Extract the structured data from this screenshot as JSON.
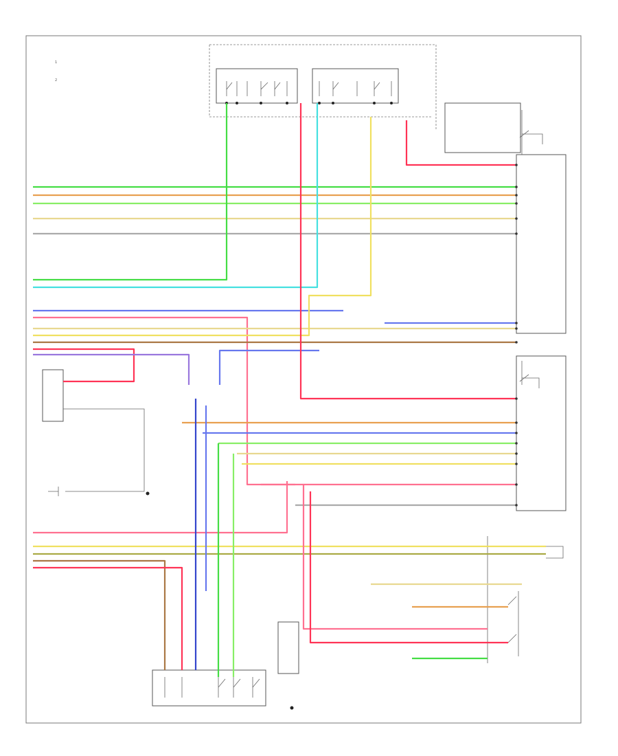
{
  "legend": {
    "items": [
      {
        "number": "1",
        "text": ""
      },
      {
        "number": "2",
        "text": ""
      }
    ]
  },
  "footer_code": "",
  "components": [
    {
      "key": "switch_left",
      "label": ""
    },
    {
      "key": "switch_right",
      "label": ""
    },
    {
      "key": "ground_top",
      "label": ""
    },
    {
      "key": "driver_module",
      "label": ""
    },
    {
      "key": "passenger_module",
      "label": ""
    },
    {
      "key": "remote_control",
      "label": ""
    },
    {
      "key": "latch_bottom",
      "label": ""
    },
    {
      "key": "ground_bottom",
      "label": ""
    },
    {
      "key": "door_switch_right",
      "label": ""
    },
    {
      "key": "lock_indicator",
      "label": ""
    }
  ],
  "colors": {
    "green": "#44dd44",
    "light_green": "#88ee66",
    "orange": "#e8a050",
    "tan": "#e8d890",
    "yellow": "#f0e060",
    "gray": "#aaaaaa",
    "cyan": "#44e0e0",
    "blue": "#6677ee",
    "dark_blue": "#3344cc",
    "pink": "#ff7090",
    "red": "#ff3355",
    "purple": "#9977dd",
    "olive": "#aaaa44",
    "brown": "#aa7744",
    "black": "#333333"
  }
}
